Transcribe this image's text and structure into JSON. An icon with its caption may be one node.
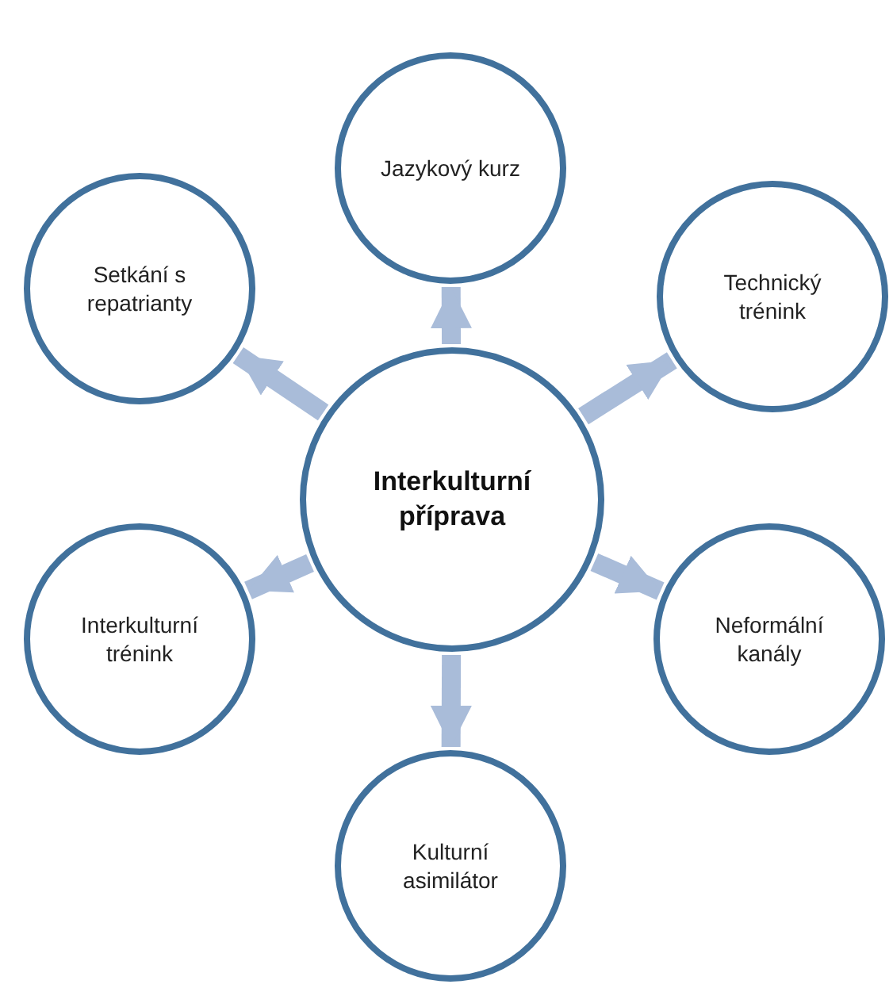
{
  "diagram": {
    "nodes": [
      {
        "text": [
          "Interkulturní příprava"
        ]
      },
      {
        "text": [
          "Jazykový kurz"
        ]
      },
      {
        "text": [
          "Technický trénink"
        ]
      },
      {
        "text": [
          "Neformální kanály"
        ]
      },
      {
        "text": [
          "Kulturní asimilátor"
        ]
      },
      {
        "text": [
          "Interkulturní trénink"
        ]
      },
      {
        "text": [
          "Setkání s repatrianty"
        ]
      }
    ],
    "edges": [
      {
        "from": 0,
        "to": 1,
        "arrow": "to"
      },
      {
        "from": 0,
        "to": 2,
        "arrow": "to"
      },
      {
        "from": 0,
        "to": 3,
        "arrow": "to"
      },
      {
        "from": 0,
        "to": 4,
        "arrow": "to"
      },
      {
        "from": 0,
        "to": 5,
        "arrow": "to"
      },
      {
        "from": 0,
        "to": 6,
        "arrow": "to"
      }
    ]
  }
}
